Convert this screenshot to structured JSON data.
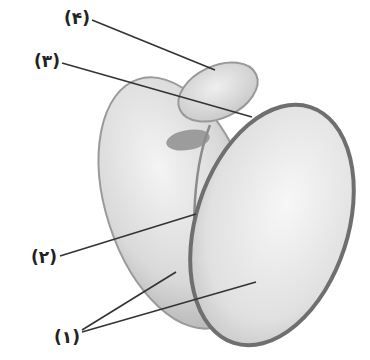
{
  "diagram": {
    "labels": [
      "(۴)",
      "(۳)",
      "(۲)",
      "(۱)"
    ]
  }
}
